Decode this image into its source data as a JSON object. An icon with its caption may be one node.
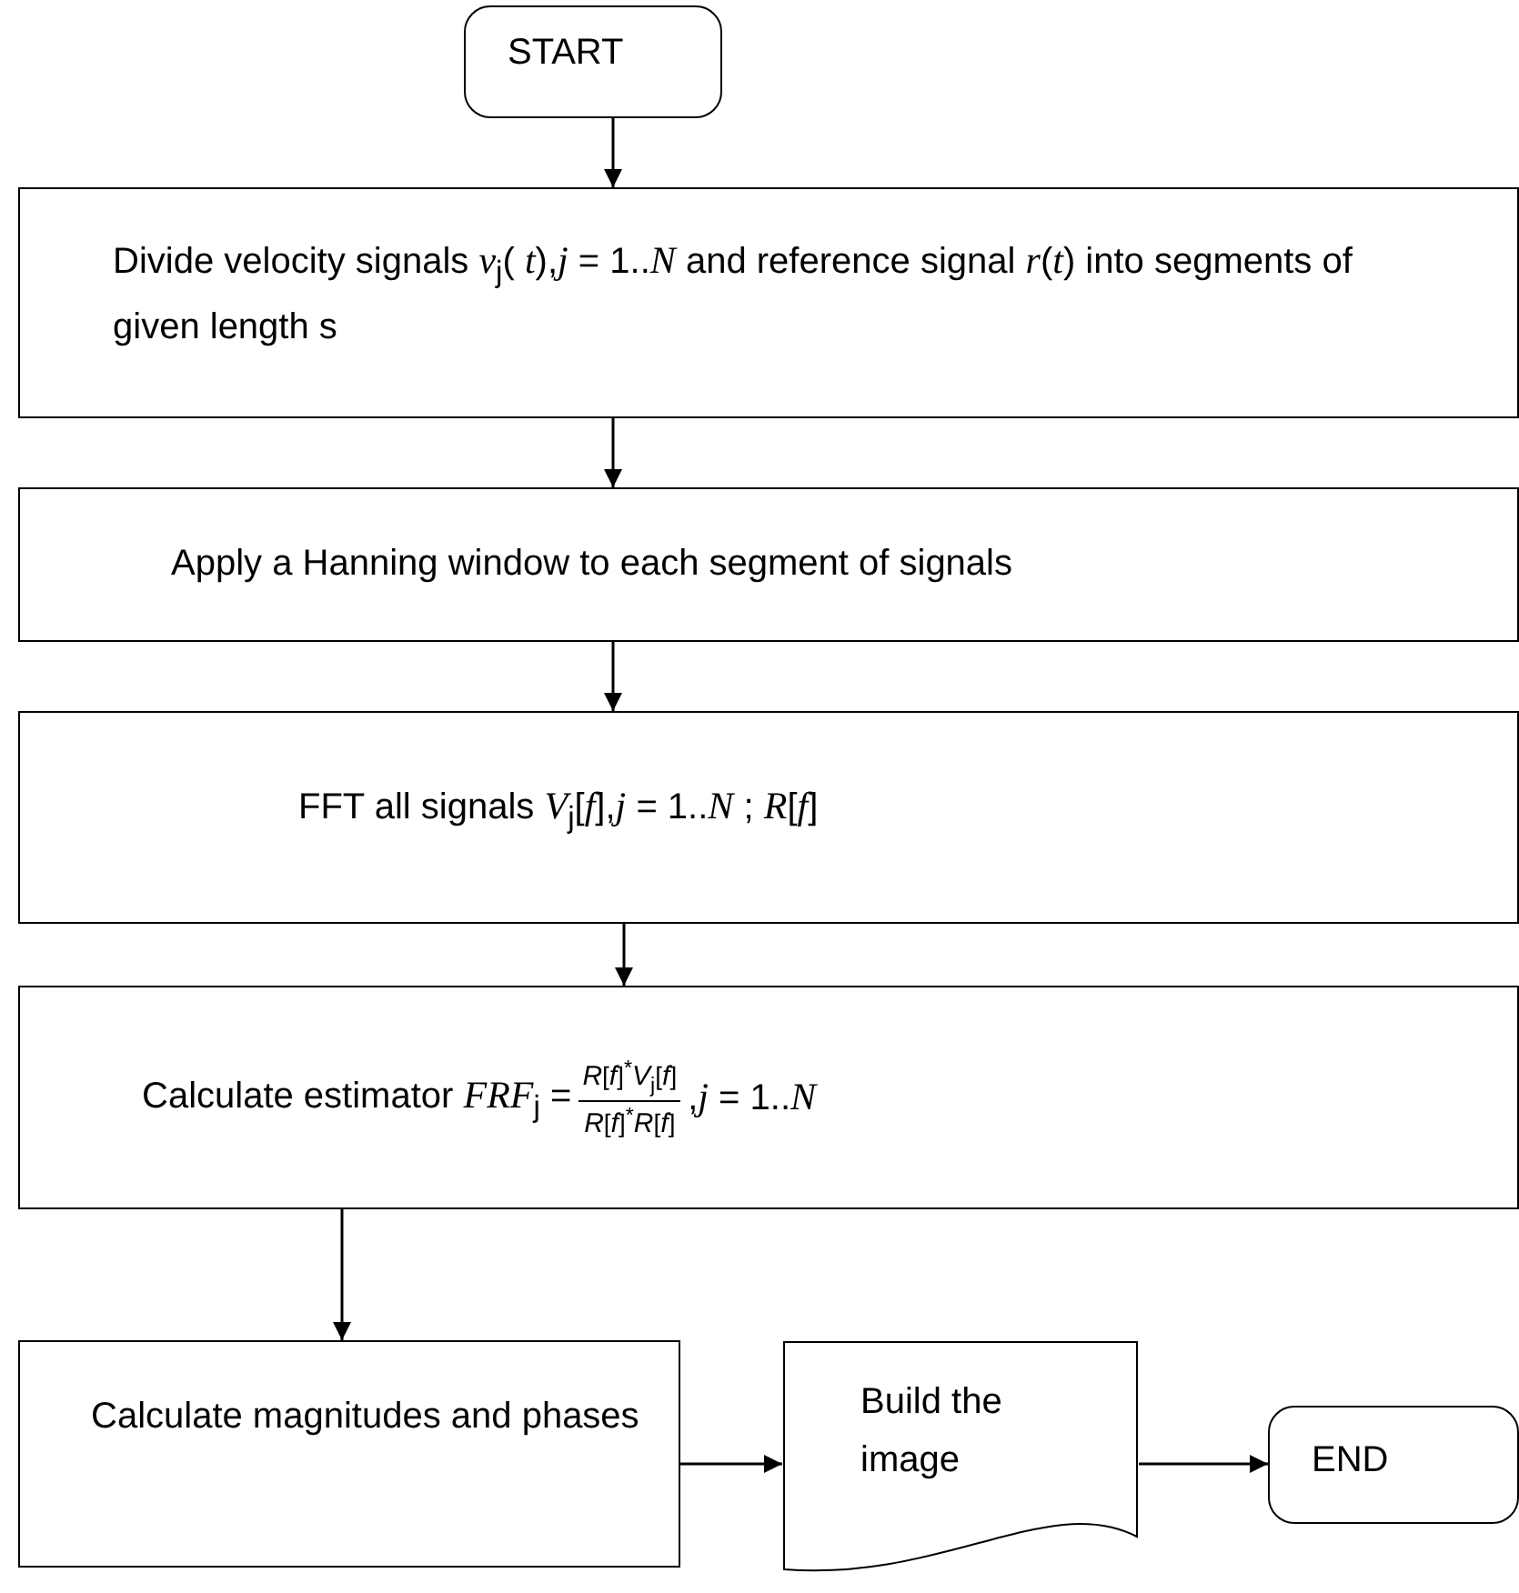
{
  "diagram": {
    "nodes": [
      {
        "text": [
          "START"
        ]
      },
      {
        "text": [
          "Divide velocity signals *v*$_{j}$( *t*),*j* = 1..*N* and reference signal *r*(*t*) into segments of given length s"
        ]
      },
      {
        "text": [
          "Apply a Hanning window to each segment of signals"
        ]
      },
      {
        "text": [
          "FFT all signals *V*$_{j}$[*f*],*j* = 1..*N* ; *R*[*f*]"
        ]
      },
      {
        "text": [
          "Calculate estimator *FRF*$_{j}$ =",
          "*R*[*f*]$^{*}$*V*$_{j}$[*f*]",
          "*R*[*f*]$^{*}$*R*[*f*]",
          ",*j* = 1..*N*"
        ]
      },
      {
        "text": [
          "Calculate magnitudes and phases"
        ]
      },
      {
        "text": [
          "Build the image"
        ]
      },
      {
        "text": [
          "END"
        ]
      }
    ],
    "edges": [
      {
        "from": 0,
        "to": 1,
        "arrow": "to"
      },
      {
        "from": 1,
        "to": 2,
        "arrow": "to"
      },
      {
        "from": 2,
        "to": 3,
        "arrow": "to"
      },
      {
        "from": 3,
        "to": 4,
        "arrow": "to"
      },
      {
        "from": 4,
        "to": 5,
        "arrow": "to"
      },
      {
        "from": 5,
        "to": 6,
        "arrow": "to"
      },
      {
        "from": 6,
        "to": 7,
        "arrow": "to"
      }
    ]
  }
}
